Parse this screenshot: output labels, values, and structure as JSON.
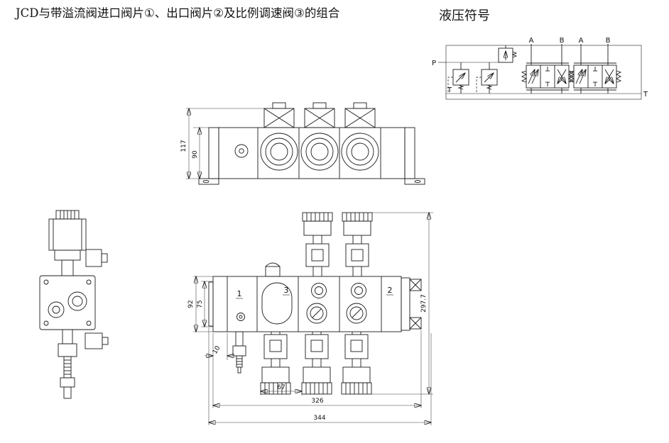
{
  "page": {
    "title": "JCD与带溢流阀进口阀片①、出口阀片②及比例调速阀③的组合"
  },
  "schematic": {
    "heading": "液压符号",
    "port_p": "P",
    "port_t_left": "T",
    "port_t_right": "T",
    "work_ports": [
      "A",
      "B",
      "A",
      "B"
    ]
  },
  "plan": {
    "labels": {
      "inlet": "1",
      "flow": "3",
      "outlet": "2"
    }
  },
  "dims": {
    "front_total": "117",
    "front_body": "90",
    "plan_width": "92",
    "plan_width_inner": "75",
    "end_plate": "10",
    "valve_spacing": "67",
    "body_length": "326",
    "total_length": "344",
    "total_height": "297.7"
  }
}
